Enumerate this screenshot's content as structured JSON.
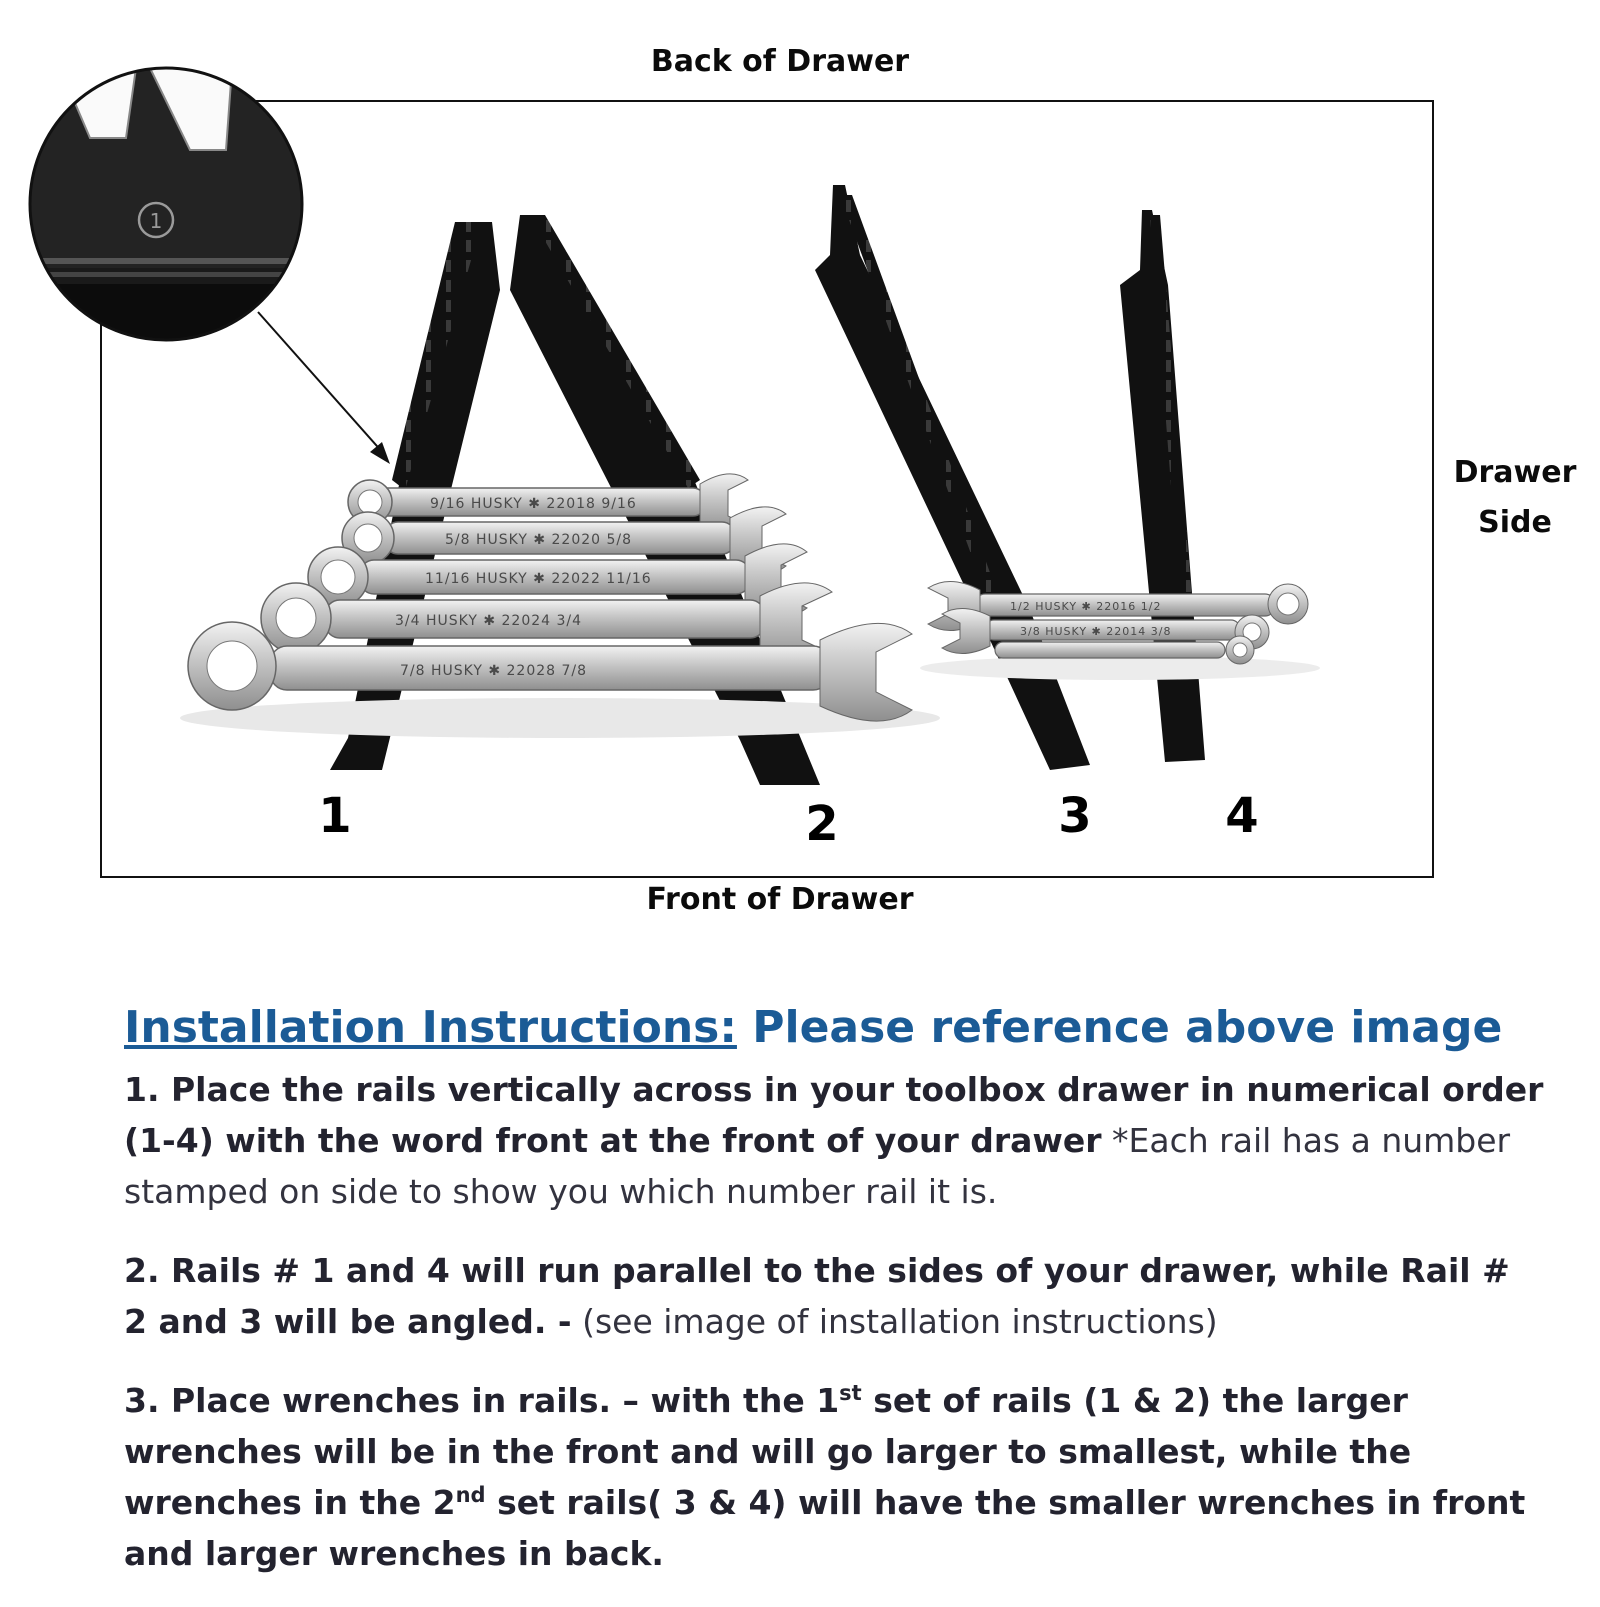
{
  "diagram": {
    "back_label": "Back of Drawer",
    "front_label": "Front of Drawer",
    "side_label_line1": "Drawer",
    "side_label_line2": "Side",
    "inset_stamp": "1",
    "rail_numbers": [
      "1",
      "2",
      "3",
      "4"
    ],
    "wrench_markings": [
      "9/16   HUSKY ✱ 22018   9/16",
      "5/8   HUSKY ✱ 22020   5/8",
      "11/16   HUSKY ✱ 22022   11/16",
      "3/4   HUSKY ✱ 22024   3/4",
      "7/8   HUSKY ✱ 22028   7/8",
      "1/2   HUSKY ✱ 22016   1/2",
      "3/8   HUSKY ✱ 22014   3/8"
    ]
  },
  "instructions": {
    "heading_underlined": "Installation Instructions:",
    "heading_rest": " Please reference above image",
    "step1_bold": "1. Place the rails vertically across in your toolbox drawer in numerical order (1-4) with the word front at the front of your drawer",
    "step1_normal": " *Each rail has a number stamped on side to show you which number rail it is.",
    "step2_bold": "2. Rails # 1 and 4 will run parallel to the sides of your drawer, while Rail # 2 and 3 will be angled. -",
    "step2_normal": " (see image of installation instructions)",
    "step3_part1": "3. Place wrenches in rails. – with the 1",
    "step3_sup1": "st",
    "step3_part2": " set of rails (1 & 2) the larger wrenches will be in the front and will go larger to smallest, while the wrenches in the 2",
    "step3_sup2": "nd",
    "step3_part3": " set rails( 3 & 4) will have the smaller wrenches in front and larger wrenches in back."
  }
}
